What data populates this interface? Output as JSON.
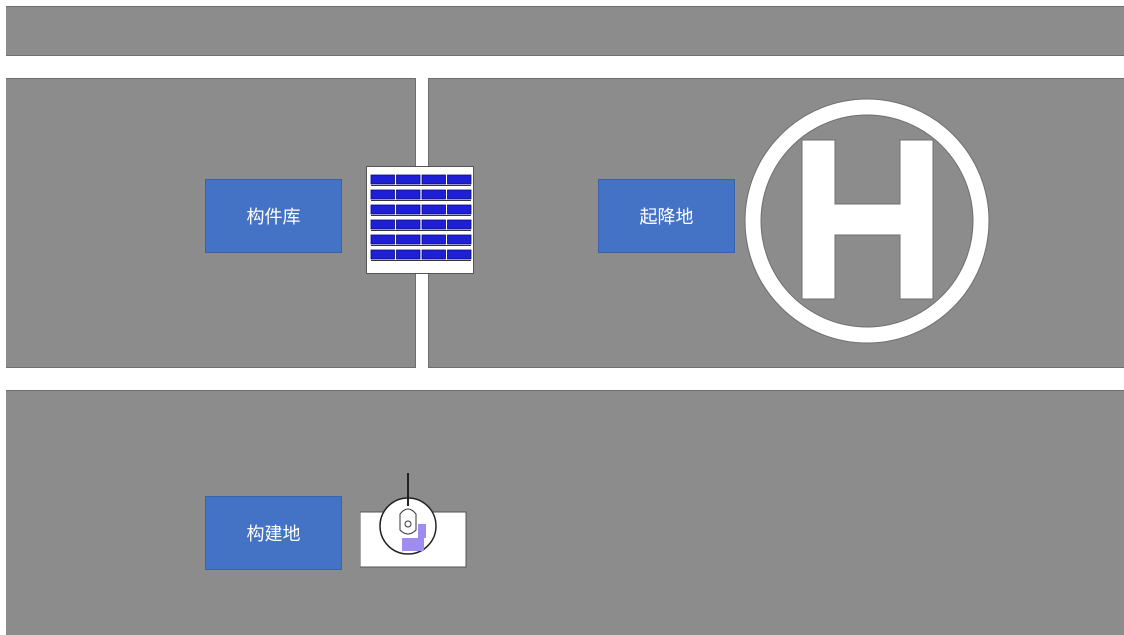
{
  "zones": {
    "library": {
      "label": "构件库"
    },
    "landing": {
      "label": "起降地"
    },
    "build": {
      "label": "构建地"
    }
  },
  "helipad": {
    "letter": "H"
  },
  "rack": {
    "rows": 6,
    "cols": 4,
    "block_color": "#1f1fd6"
  },
  "colors": {
    "background": "#ffffff",
    "zone": "#8c8c8c",
    "label_box": "#4472c4",
    "robot_accent": "#9f8cf0"
  }
}
